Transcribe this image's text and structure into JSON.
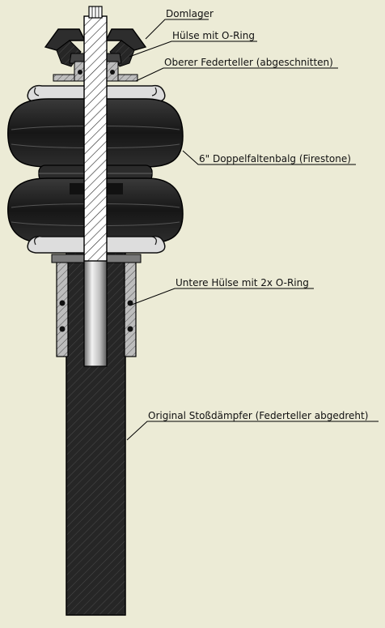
{
  "labels": {
    "domlager": "Domlager",
    "huelse_o_ring": "Hülse mit O-Ring",
    "oberer_federteller": "Oberer Federteller (abgeschnitten)",
    "doppelfaltenbalg": "6\" Doppelfaltenbalg (Firestone)",
    "untere_huelse": "Untere Hülse mit 2x O-Ring",
    "stossdaempfer": "Original Stoßdämpfer (Federteller abgedreht)"
  },
  "colors": {
    "background": "#ecebd6",
    "bellows": "#1d1d1d",
    "damper": "#2a2a2a",
    "sleeve": "#b8b8b8",
    "rod_highlight": "#e6e6e6",
    "line": "#000000"
  }
}
